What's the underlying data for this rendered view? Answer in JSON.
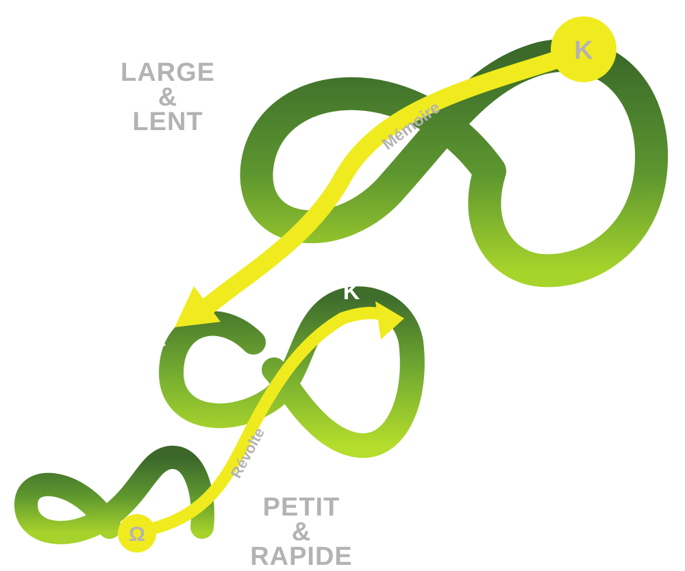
{
  "large_scale": {
    "line1": "LARGE",
    "line2": "&",
    "line3": "LENT"
  },
  "small_scale": {
    "line1": "PETIT",
    "line2": "&",
    "line3": "RAPIDE"
  },
  "markers": {
    "k_large": "K",
    "k_small": "K",
    "alpha": "α",
    "omega": "Ω"
  },
  "arrows": {
    "memory": "Mémoire",
    "revolt": "Révolte"
  },
  "colors": {
    "loop_dark": "#3d6b2b",
    "loop_light": "#a8d42a",
    "arrow": "#f0eb1e",
    "label_gray": "#b3b3b3"
  }
}
